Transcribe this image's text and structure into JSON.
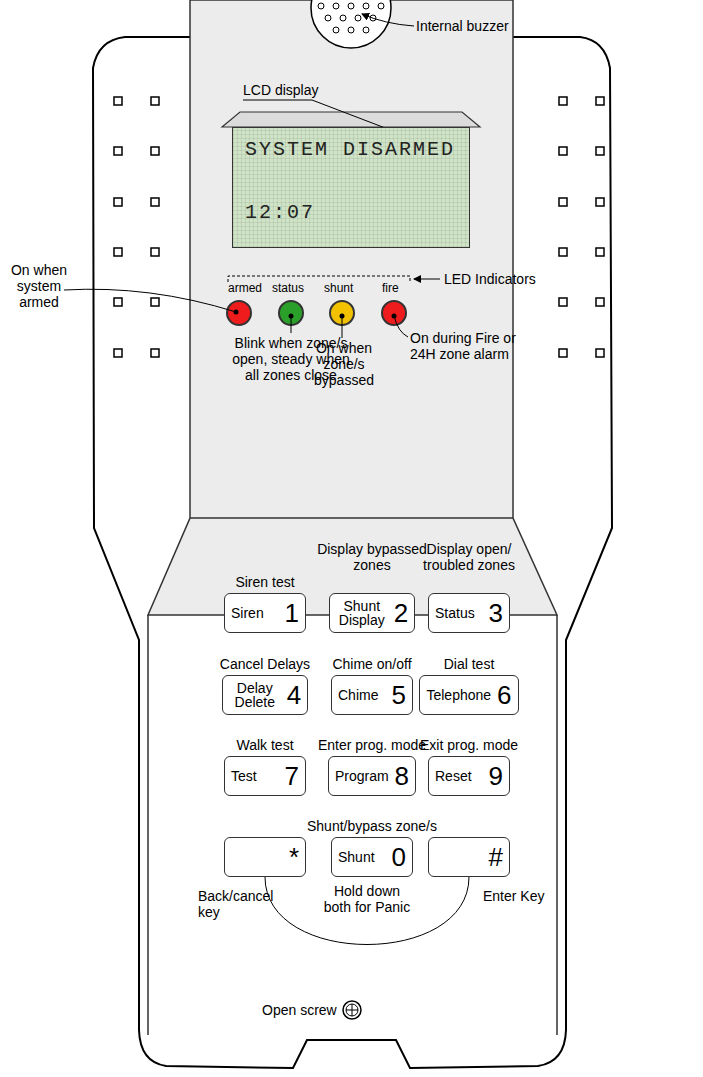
{
  "diagram": {
    "nodes": [
      {
        "text": [
          "SYSTEM DISARMED",
          "12:07"
        ]
      },
      {
        "text": [
          "Siren",
          "1"
        ]
      },
      {
        "text": [
          "Shunt Display",
          "2"
        ]
      },
      {
        "text": [
          "Status",
          "3"
        ]
      },
      {
        "text": [
          "Delay Delete",
          "4"
        ]
      },
      {
        "text": [
          "Chime",
          "5"
        ]
      },
      {
        "text": [
          "Telephone",
          "6"
        ]
      },
      {
        "text": [
          "Test",
          "7"
        ]
      },
      {
        "text": [
          "Program",
          "8"
        ]
      },
      {
        "text": [
          "Reset",
          "9"
        ]
      },
      {
        "text": [
          "*"
        ]
      },
      {
        "text": [
          "Shunt",
          "0"
        ]
      },
      {
        "text": [
          "#"
        ]
      }
    ],
    "edges": [
      {
        "from": 10,
        "to": 12,
        "arrow": "none",
        "label": "Hold down both for Panic"
      }
    ],
    "labels": [
      "Internal buzzer",
      "LCD display",
      "LED Indicators",
      "armed",
      "status",
      "shunt",
      "fire",
      "On when system armed",
      "Blink when zone/s open, steady when all zones close",
      "On when zone/s bypassed",
      "On during Fire or 24H zone alarm",
      "Siren test",
      "Display bypassed zones",
      "Display open/ troubled zones",
      "Cancel Delays",
      "Chime on/off",
      "Dial test",
      "Walk test",
      "Enter prog. mode",
      "Exit prog. mode",
      "Shunt/bypass zone/s",
      "Back/cancel key",
      "Enter Key",
      "Open screw"
    ]
  }
}
